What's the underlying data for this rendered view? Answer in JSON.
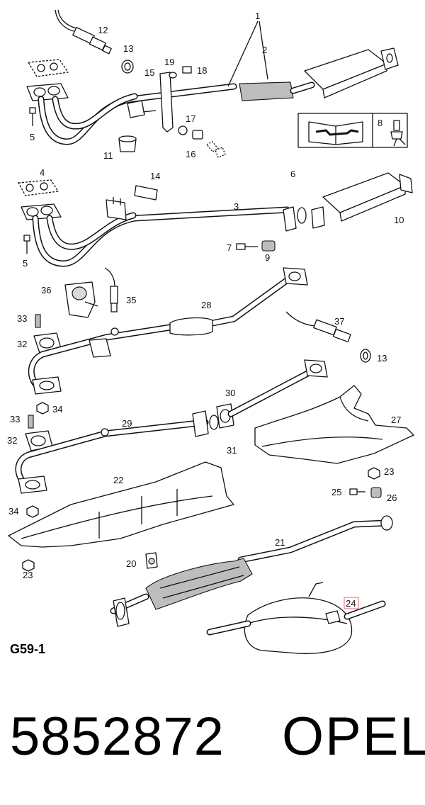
{
  "diagram": {
    "code": "G59-1",
    "highlight_color": "#e88080",
    "callouts": [
      {
        "id": "c1",
        "text": "1"
      },
      {
        "id": "c2",
        "text": "2"
      },
      {
        "id": "c3",
        "text": "3"
      },
      {
        "id": "c4",
        "text": "4"
      },
      {
        "id": "c5a",
        "text": "5"
      },
      {
        "id": "c5b",
        "text": "5"
      },
      {
        "id": "c6",
        "text": "6"
      },
      {
        "id": "c7",
        "text": "7"
      },
      {
        "id": "c8",
        "text": "8"
      },
      {
        "id": "c9",
        "text": "9"
      },
      {
        "id": "c10",
        "text": "10"
      },
      {
        "id": "c11",
        "text": "11"
      },
      {
        "id": "c12",
        "text": "12"
      },
      {
        "id": "c13a",
        "text": "13"
      },
      {
        "id": "c13b",
        "text": "13"
      },
      {
        "id": "c14",
        "text": "14"
      },
      {
        "id": "c15",
        "text": "15"
      },
      {
        "id": "c16",
        "text": "16"
      },
      {
        "id": "c17",
        "text": "17"
      },
      {
        "id": "c18",
        "text": "18"
      },
      {
        "id": "c19",
        "text": "19"
      },
      {
        "id": "c20",
        "text": "20"
      },
      {
        "id": "c21",
        "text": "21"
      },
      {
        "id": "c22",
        "text": "22"
      },
      {
        "id": "c23a",
        "text": "23"
      },
      {
        "id": "c23b",
        "text": "23"
      },
      {
        "id": "c24",
        "text": "24"
      },
      {
        "id": "c25",
        "text": "25"
      },
      {
        "id": "c26",
        "text": "26"
      },
      {
        "id": "c27",
        "text": "27"
      },
      {
        "id": "c28",
        "text": "28"
      },
      {
        "id": "c29",
        "text": "29"
      },
      {
        "id": "c30",
        "text": "30"
      },
      {
        "id": "c31",
        "text": "31"
      },
      {
        "id": "c32a",
        "text": "32"
      },
      {
        "id": "c32b",
        "text": "32"
      },
      {
        "id": "c33a",
        "text": "33"
      },
      {
        "id": "c33b",
        "text": "33"
      },
      {
        "id": "c34a",
        "text": "34"
      },
      {
        "id": "c34b",
        "text": "34"
      },
      {
        "id": "c35",
        "text": "35"
      },
      {
        "id": "c36",
        "text": "36"
      },
      {
        "id": "c37",
        "text": "37"
      }
    ]
  },
  "footer": {
    "part_number": "5852872",
    "brand": "OPEL"
  }
}
